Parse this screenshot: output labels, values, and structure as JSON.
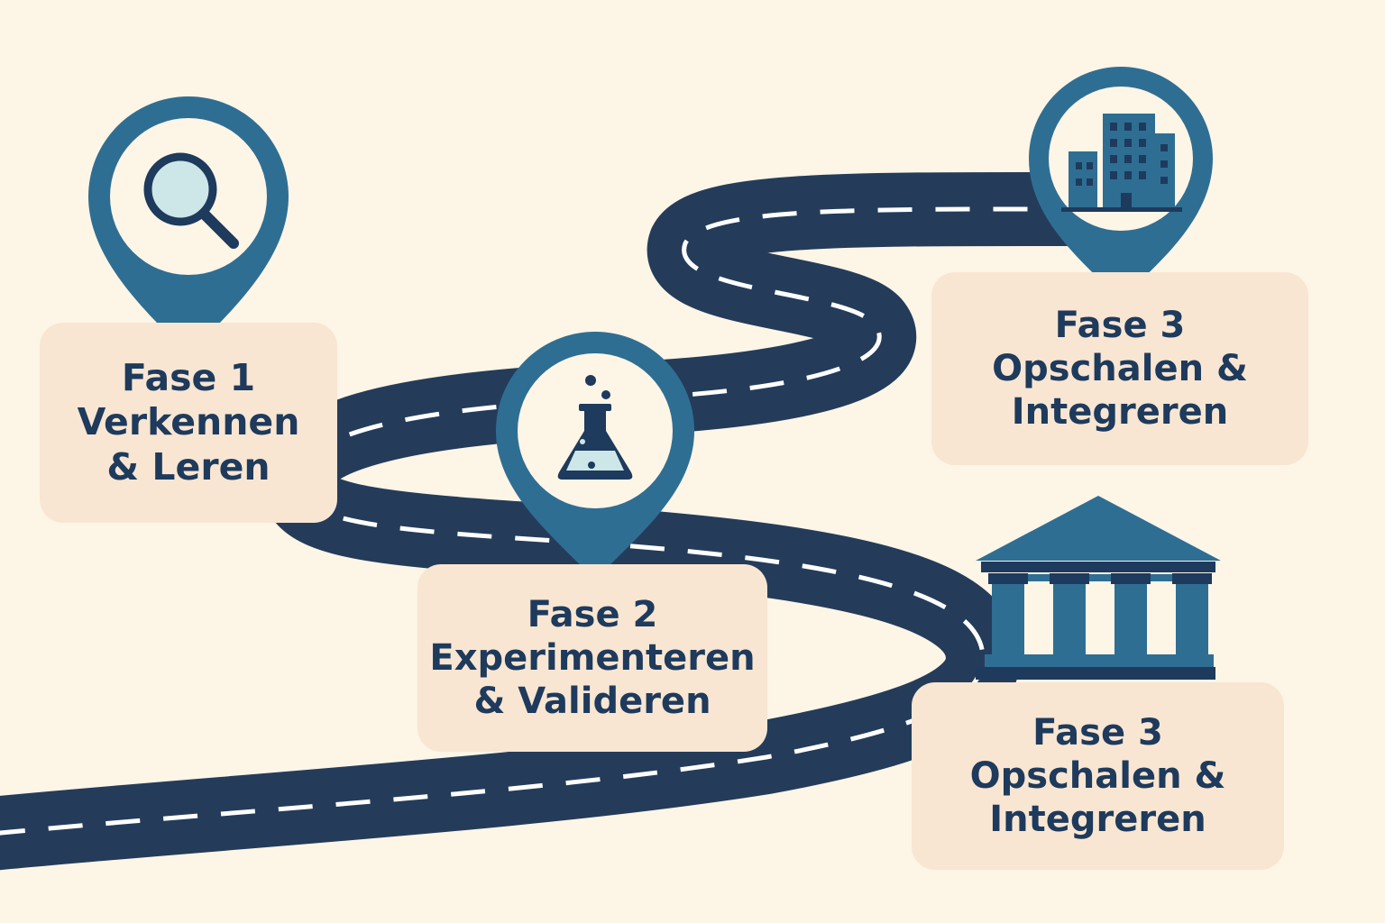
{
  "colors": {
    "background": "#fdf5e6",
    "road": "#243c5a",
    "road_dash": "#ffffff",
    "pin": "#2f6e93",
    "card": "#f8e6d2",
    "text": "#1e3a5c"
  },
  "phases": [
    {
      "title": "Fase 1",
      "lines": [
        "Verkennen",
        "& Leren"
      ],
      "icon": "magnifier-icon"
    },
    {
      "title": "Fase 2",
      "lines": [
        "Experimenteren",
        "& Valideren"
      ],
      "icon": "flask-icon"
    },
    {
      "title": "Fase 3",
      "lines": [
        "Opschalen &",
        "Integreren"
      ],
      "icon": "office-building-icon"
    },
    {
      "title": "Fase 3",
      "lines": [
        "Opschalen &",
        "Integreren"
      ],
      "icon": "government-building-icon"
    }
  ]
}
